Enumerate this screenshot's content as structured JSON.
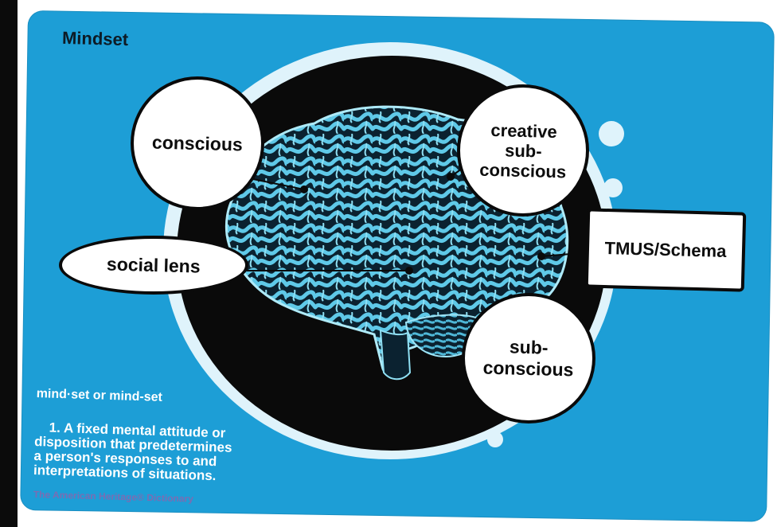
{
  "title": "Mindset",
  "labels": {
    "conscious": "conscious",
    "creative_subconscious": "creative\nsub-\nconscious",
    "social_lens": "social lens",
    "tmus_schema": "TMUS/Schema",
    "subconscious": "sub-\nconscious"
  },
  "definition": {
    "term": "mind·set or mind-set",
    "number": "1.",
    "text": "A fixed mental attitude or\ndisposition that predetermines\na person's responses to and\ninterpretations of situations.",
    "source": "The American Heritage® Dictionary"
  },
  "colors": {
    "background": "#1d9ed6",
    "brain": "#5ec8e6",
    "circle": "#0a0a0a",
    "halo": "#dff3fb"
  }
}
